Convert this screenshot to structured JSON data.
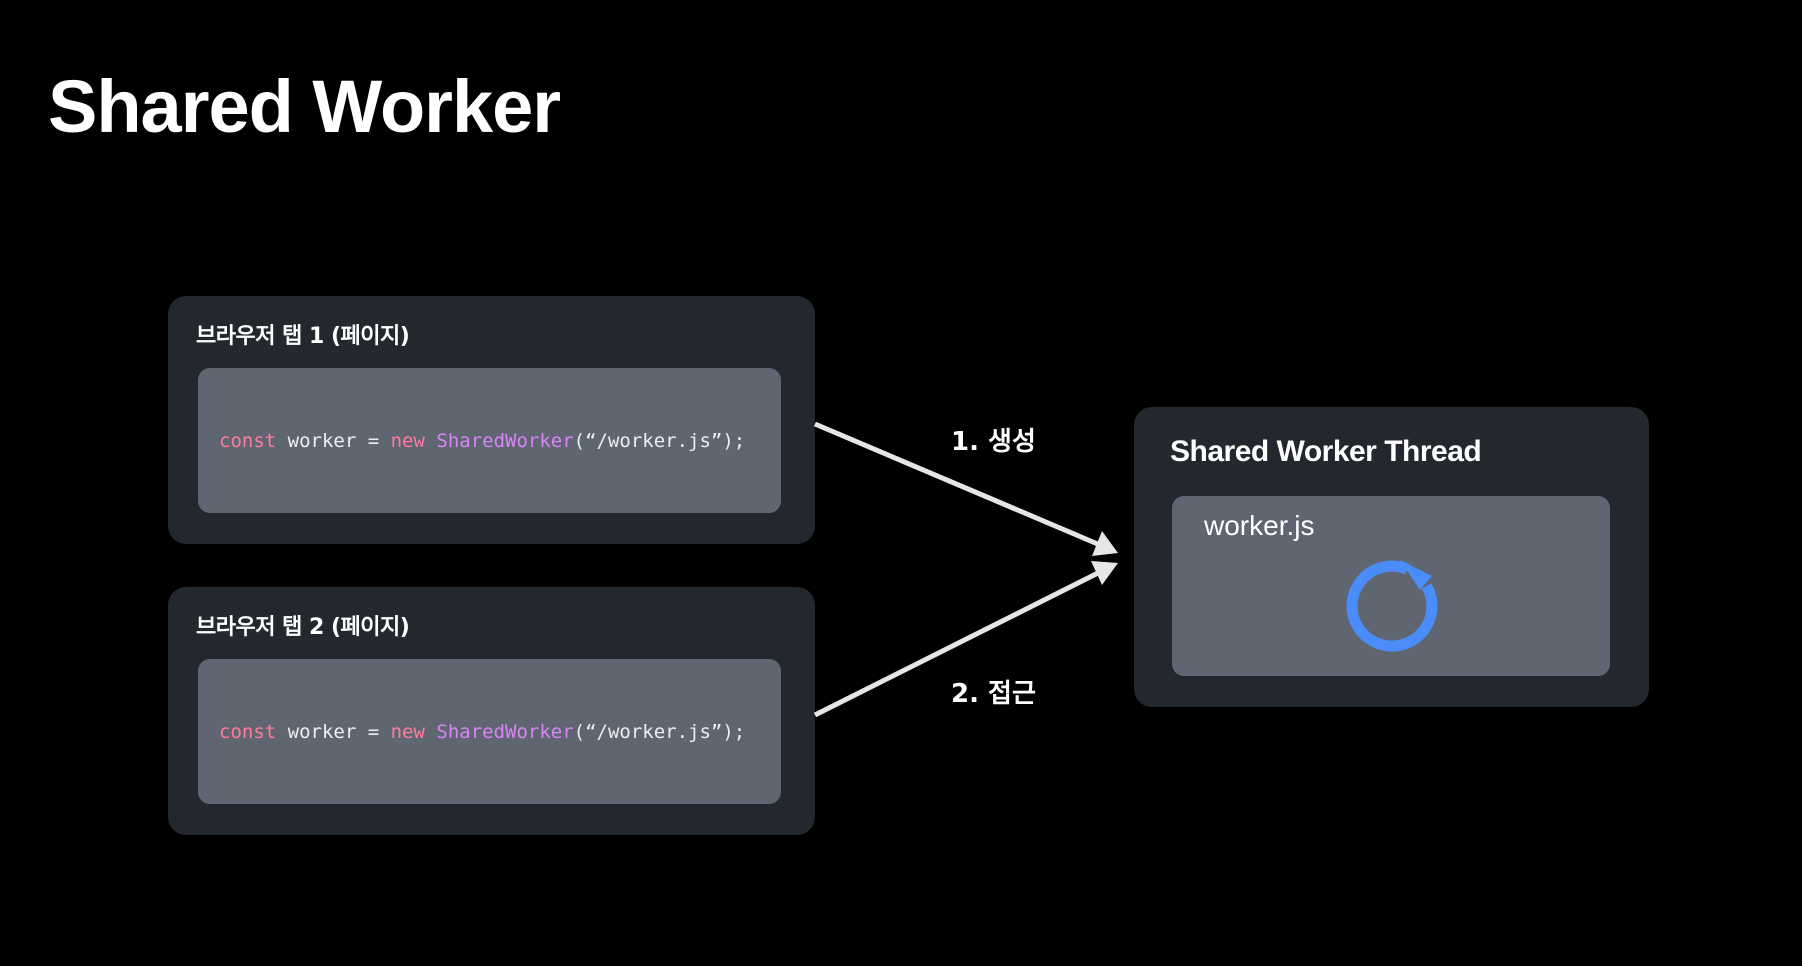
{
  "slide": {
    "title": "Shared Worker"
  },
  "tabs": [
    {
      "label": "브라우저 탭 1 (페이지)",
      "code": {
        "kw_const": "const",
        "var_part": " worker = ",
        "kw_new": "new",
        "space": " ",
        "class_name": "SharedWorker",
        "args": "(“/worker.js”);"
      }
    },
    {
      "label": "브라우저 탭 2 (페이지)",
      "code": {
        "kw_const": "const",
        "var_part": " worker = ",
        "kw_new": "new",
        "space": " ",
        "class_name": "SharedWorker",
        "args": "(“/worker.js”);"
      }
    }
  ],
  "thread": {
    "title": "Shared Worker Thread",
    "file_name": "worker.js",
    "icon": "reload-icon"
  },
  "steps": [
    {
      "label": "1. 생성"
    },
    {
      "label": "2. 접근"
    }
  ],
  "colors": {
    "background": "#000000",
    "panel": "#23272e",
    "code_box": "#5f6672",
    "keyword": "#ff7a9c",
    "class_name": "#d984f5",
    "arrow": "#e6e6e6",
    "reload_icon": "#4a8df8"
  }
}
